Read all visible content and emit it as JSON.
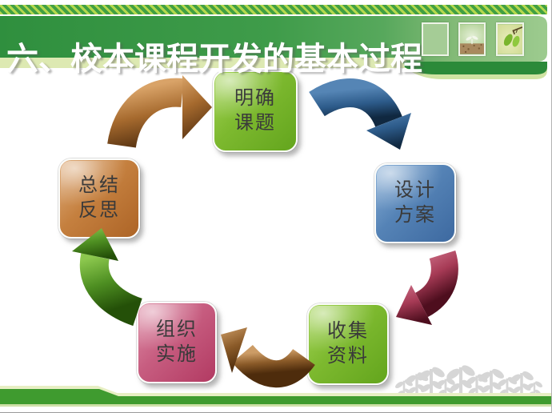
{
  "slide": {
    "title": "六、校本课程开发的基本过程",
    "theme": {
      "title_bar_green": "#3f9c4a",
      "stripe_lime": "#b5d84e",
      "pale_band": "#dde9b2",
      "bottom_bar_green": "#3f9b2f",
      "plant_silhouette_gray": "#d6d6d6"
    },
    "header_thumbnails": [
      {
        "name": "plain-green-square"
      },
      {
        "name": "seedling-photo"
      },
      {
        "name": "leaves-photo"
      }
    ],
    "diagram": {
      "type": "cycle",
      "steps": [
        {
          "label": "明确课题",
          "line1": "明确",
          "line2": "课题",
          "color": "#76b42c"
        },
        {
          "label": "设计方案",
          "line1": "设计",
          "line2": "方案",
          "color": "#4f7fb3"
        },
        {
          "label": "收集资料",
          "line1": "收集",
          "line2": "资料",
          "color": "#76b42c"
        },
        {
          "label": "组织实施",
          "line1": "组织",
          "line2": "实施",
          "color": "#c65c80"
        },
        {
          "label": "总结反思",
          "line1": "总结",
          "line2": "反思",
          "color": "#c5803f"
        }
      ],
      "arrows": [
        {
          "from": "明确课题",
          "to": "设计方案",
          "color": "#2d5b8a"
        },
        {
          "from": "设计方案",
          "to": "收集资料",
          "color": "#a63a55"
        },
        {
          "from": "收集资料",
          "to": "组织实施",
          "color": "#8a5a28"
        },
        {
          "from": "组织实施",
          "to": "总结反思",
          "color": "#4e8f22"
        },
        {
          "from": "总结反思",
          "to": "明确课题",
          "color": "#a66a2e"
        }
      ]
    }
  }
}
